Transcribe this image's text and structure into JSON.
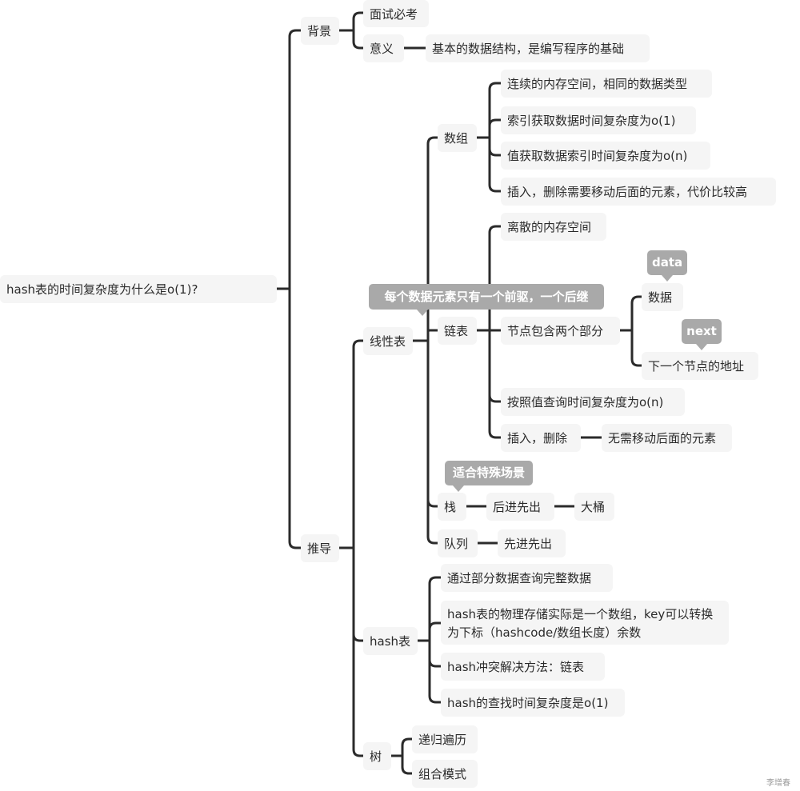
{
  "root": "hash表的时间复杂度为什么是o(1)?",
  "background": {
    "label": "背景",
    "interview": "面试必考",
    "meaning": {
      "label": "意义",
      "detail": "基本的数据结构，是编写程序的基础"
    }
  },
  "derivation": {
    "label": "推导",
    "linear": {
      "label": "线性表",
      "callout": "每个数据元素只有一个前驱，一个后继",
      "array": {
        "label": "数组",
        "items": [
          "连续的内存空间，相同的数据类型",
          "索引获取数据时间复杂度为o(1)",
          "值获取数据索引时间复杂度为o(n)",
          "插入，删除需要移动后面的元素，代价比较高"
        ]
      },
      "linked_list": {
        "label": "链表",
        "discrete": "离散的内存空间",
        "node_parts": {
          "label": "节点包含两个部分",
          "data": {
            "label": "数据",
            "callout": "data"
          },
          "next": {
            "label": "下一个节点的地址",
            "callout": "next"
          }
        },
        "lookup": "按照值查询时间复杂度为o(n)",
        "insert_delete": {
          "label": "插入，删除",
          "detail": "无需移动后面的元素"
        }
      },
      "stack": {
        "label": "栈",
        "callout": "适合特殊场景",
        "lifo": "后进先出",
        "example": "大桶"
      },
      "queue": {
        "label": "队列",
        "fifo": "先进先出"
      }
    },
    "hash_table": {
      "label": "hash表",
      "items": [
        "通过部分数据查询完整数据",
        "hash表的物理存储实际是一个数组，key可以转换为下标（hashcode/数组长度）余数",
        "hash冲突解决方法：链表",
        "hash的查找时间复杂度是o(1)"
      ]
    },
    "tree": {
      "label": "树",
      "items": [
        "递归遍历",
        "组合模式"
      ]
    }
  },
  "watermark": "李增春"
}
